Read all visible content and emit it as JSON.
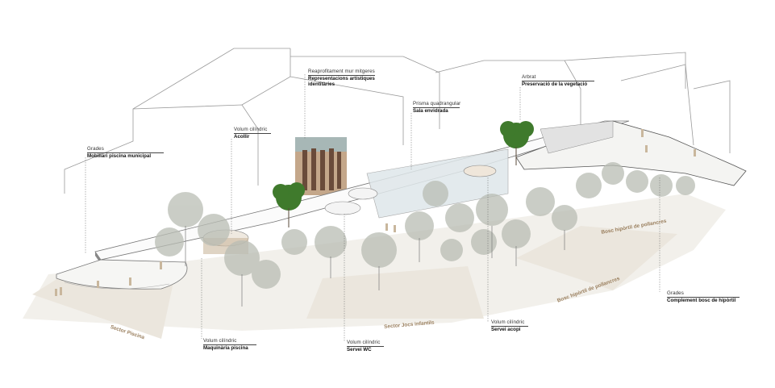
{
  "labels": {
    "mur": {
      "title": "Reaprofitament mur mitgeres",
      "subtitle_1": "Representacions artístiques",
      "subtitle_2": "identitàries"
    },
    "arbrat": {
      "title": "Arbrat",
      "subtitle": "Preservació de la vegetació"
    },
    "prisma": {
      "title": "Prisma quadrangular",
      "subtitle": "Sala envidrada"
    },
    "volum_acollir": {
      "title": "Volum cilíndric",
      "subtitle": "Acollir"
    },
    "grades_piscina": {
      "title": "Grades",
      "subtitle": "Mobiliari piscina municipal"
    },
    "volum_maquinaria": {
      "title": "Volum cilíndric",
      "subtitle": "Maquinària piscina"
    },
    "volum_wc": {
      "title": "Volum cilíndric",
      "subtitle": "Servei WC"
    },
    "volum_acopi": {
      "title": "Volum cilíndric",
      "subtitle": "Servei acopi"
    },
    "grades_bosc": {
      "title": "Grades",
      "subtitle": "Complement bosc de hipòrtil"
    }
  },
  "sectors": {
    "piscina": "Sector Piscina",
    "jocs": "Sector Jocs infantils",
    "bosc_1": "Bosc hipòrtil de pollancres",
    "bosc_2": "Bosc hipòrtil de pollancres"
  },
  "colors": {
    "ground": "#efebe5",
    "sector_text": "#9a7f5e",
    "tree_canopy": "#b9bdb4",
    "tree_green": "#3f7a2c",
    "building_line": "#8c8c8c",
    "leader_line": "#666666"
  }
}
